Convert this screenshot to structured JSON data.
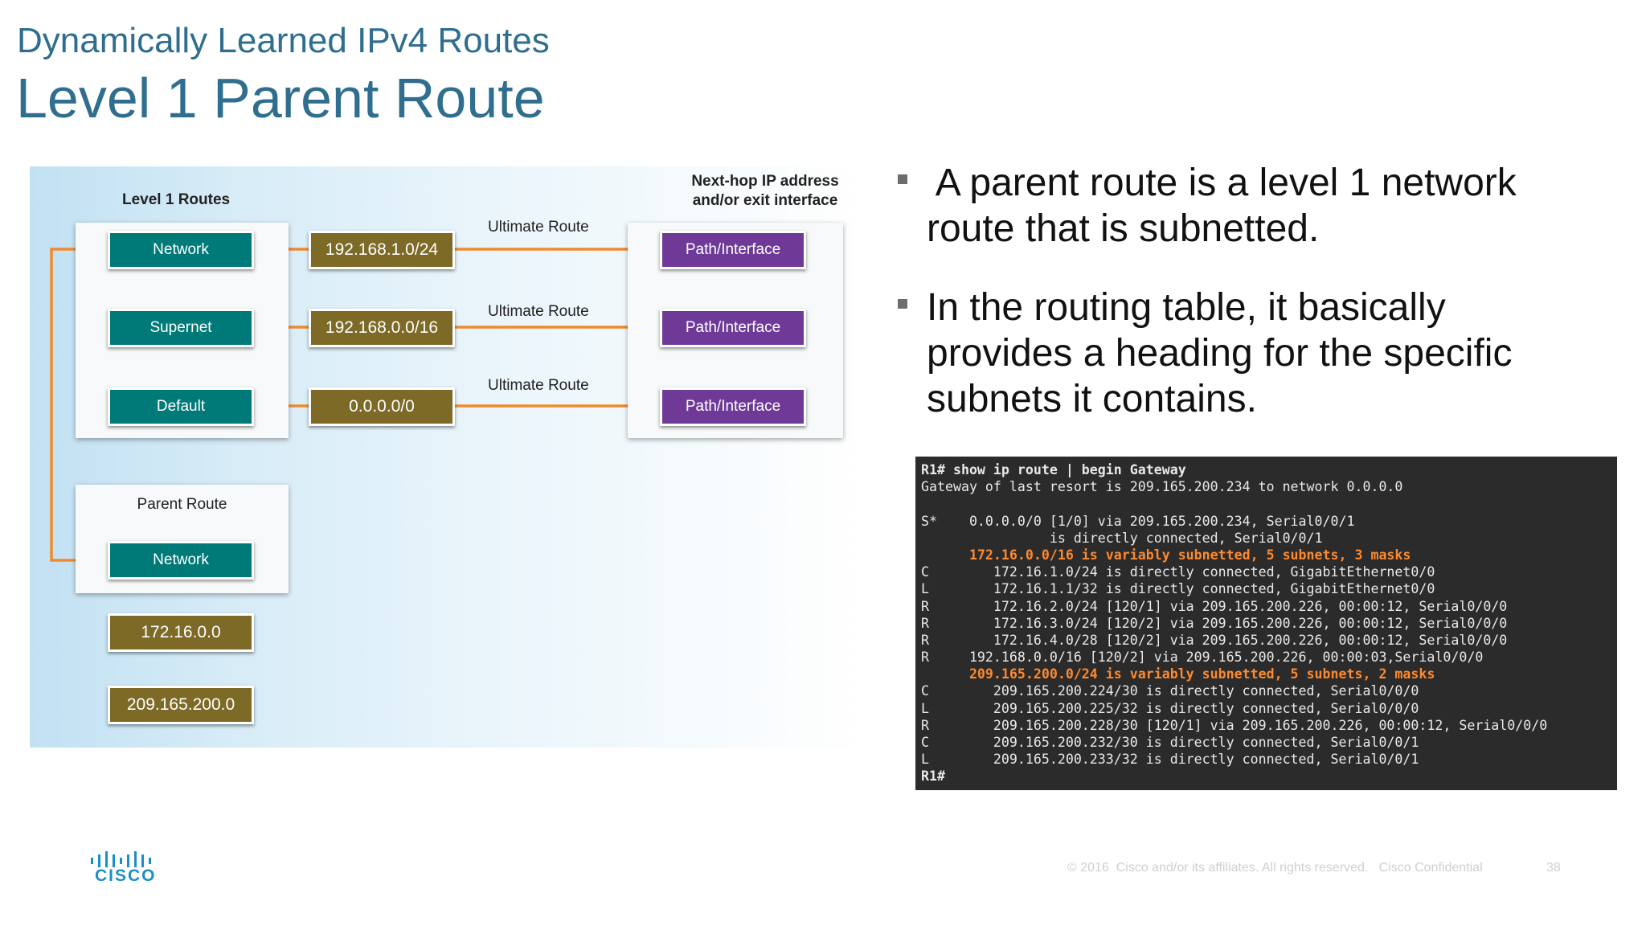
{
  "slide": {
    "subtitle": "Dynamically Learned IPv4 Routes",
    "title": "Level 1 Parent Route"
  },
  "diagram": {
    "level1_label": "Level 1 Routes",
    "nexthop_label_line1": "Next-hop IP address",
    "nexthop_label_line2": "and/or exit interface",
    "ultimate_route_label": "Ultimate Route",
    "rows": [
      {
        "type": "Network",
        "prefix": "192.168.1.0/24",
        "exit": "Path/Interface"
      },
      {
        "type": "Supernet",
        "prefix": "192.168.0.0/16",
        "exit": "Path/Interface"
      },
      {
        "type": "Default",
        "prefix": "0.0.0.0/0",
        "exit": "Path/Interface"
      }
    ],
    "parent_route_label": "Parent Route",
    "parent_network": "Network",
    "parent_prefixes": [
      "172.16.0.0",
      "209.165.200.0"
    ]
  },
  "bullets": [
    {
      "line1": " A parent route is a level 1 network",
      "line2": "route that is subnetted.",
      "line3": ""
    },
    {
      "line1": "In the routing table, it basically",
      "line2": "provides a heading for the specific",
      "line3": "subnets it contains."
    }
  ],
  "terminal": {
    "lines": [
      "R1# show ip route | begin Gateway",
      "Gateway of last resort is 209.165.200.234 to network 0.0.0.0",
      "",
      "S*    0.0.0.0/0 [1/0] via 209.165.200.234, Serial0/0/1",
      "                is directly connected, Serial0/0/1",
      "      172.16.0.0/16 is variably subnetted, 5 subnets, 3 masks",
      "C        172.16.1.0/24 is directly connected, GigabitEthernet0/0",
      "L        172.16.1.1/32 is directly connected, GigabitEthernet0/0",
      "R        172.16.2.0/24 [120/1] via 209.165.200.226, 00:00:12, Serial0/0/0",
      "R        172.16.3.0/24 [120/2] via 209.165.200.226, 00:00:12, Serial0/0/0",
      "R        172.16.4.0/28 [120/2] via 209.165.200.226, 00:00:12, Serial0/0/0",
      "R     192.168.0.0/16 [120/2] via 209.165.200.226, 00:00:03,Serial0/0/0",
      "      209.165.200.0/24 is variably subnetted, 5 subnets, 2 masks",
      "C        209.165.200.224/30 is directly connected, Serial0/0/0",
      "L        209.165.200.225/32 is directly connected, Serial0/0/0",
      "R        209.165.200.228/30 [120/1] via 209.165.200.226, 00:00:12, Serial0/0/0",
      "C        209.165.200.232/30 is directly connected, Serial0/0/1",
      "L        209.165.200.233/32 is directly connected, Serial0/0/1",
      "R1#"
    ]
  },
  "footer": {
    "logo_text": "CISCO",
    "copyright": "© 2016  Cisco and/or its affiliates. All rights reserved.   Cisco Confidential",
    "page_number": "38"
  },
  "colors": {
    "title": "#2f6e8e",
    "teal": "#007a78",
    "olive": "#7d6a26",
    "purple": "#6f3a97",
    "arrow": "#f08a2c",
    "terminal_bg": "#2b2b2b",
    "terminal_highlight": "#ff8a2e",
    "cisco_blue": "#1c8fc4"
  }
}
